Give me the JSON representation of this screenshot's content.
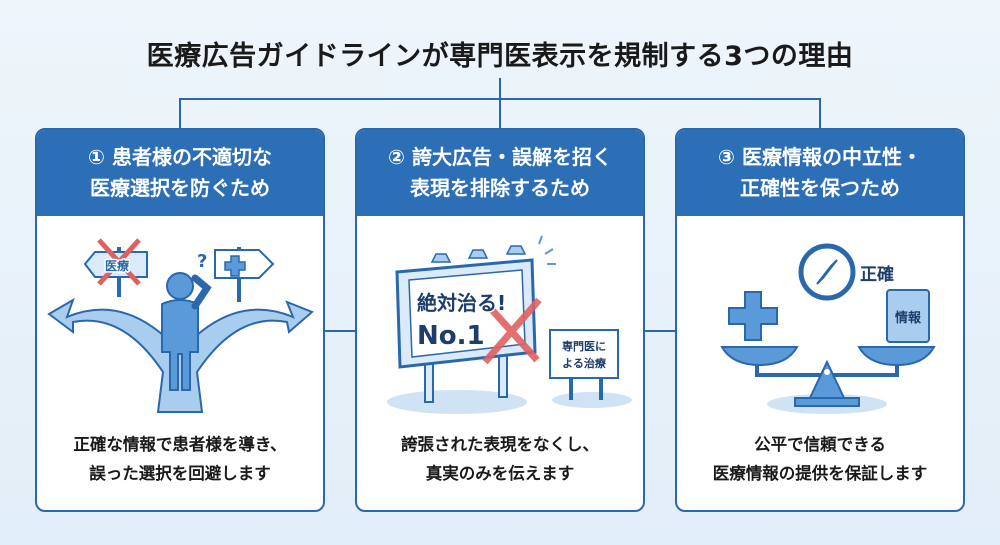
{
  "title": "医療広告ガイドラインが専門医表示を規制する3つの理由",
  "colors": {
    "accent": "#2d6fb6",
    "line": "#2a68ad",
    "cross": "#e06060",
    "background": "#e6f0f8"
  },
  "cards": [
    {
      "header_line1": "① 患者様の不適切な",
      "header_line2": "医療選択を防ぐため",
      "illustration": {
        "icon": "crossroads-person-icon",
        "sign_left": "医療",
        "question": "?"
      },
      "desc_line1": "正確な情報で患者様を導き、",
      "desc_line2": "誤った選択を回避します"
    },
    {
      "header_line1": "② 誇大広告・誤解を招く",
      "header_line2": "表現を排除するため",
      "illustration": {
        "icon": "billboard-icon",
        "billboard_line1": "絶対治る!",
        "billboard_line2": "No.1",
        "small_sign_line1": "専門医に",
        "small_sign_line2": "よる治療"
      },
      "desc_line1": "誇張された表現をなくし、",
      "desc_line2": "真実のみを伝えます"
    },
    {
      "header_line1": "③ 医療情報の中立性・",
      "header_line2": "正確性を保つため",
      "illustration": {
        "icon": "balance-scale-icon",
        "compass_label": "正確",
        "book_label": "情報"
      },
      "desc_line1": "公平で信頼できる",
      "desc_line2": "医療情報の提供を保証します"
    }
  ]
}
